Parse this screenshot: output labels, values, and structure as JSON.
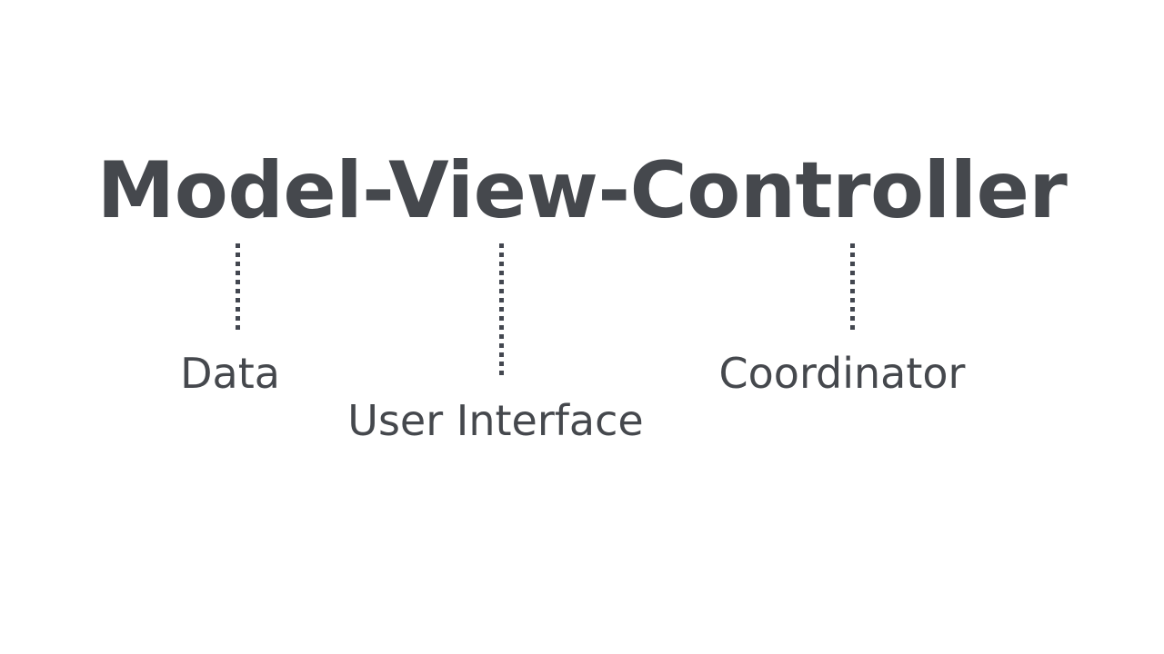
{
  "slide": {
    "background_color": "#ffffff",
    "text_color": "#45484d",
    "connector_color": "#434750",
    "title": "Model-View-Controller",
    "components": [
      {
        "term": "Model",
        "label": "Data",
        "connector": "dotted-vertical-line"
      },
      {
        "term": "View",
        "label": "User Interface",
        "connector": "dotted-vertical-line"
      },
      {
        "term": "Controller",
        "label": "Coordinator",
        "connector": "dotted-vertical-line"
      }
    ]
  }
}
